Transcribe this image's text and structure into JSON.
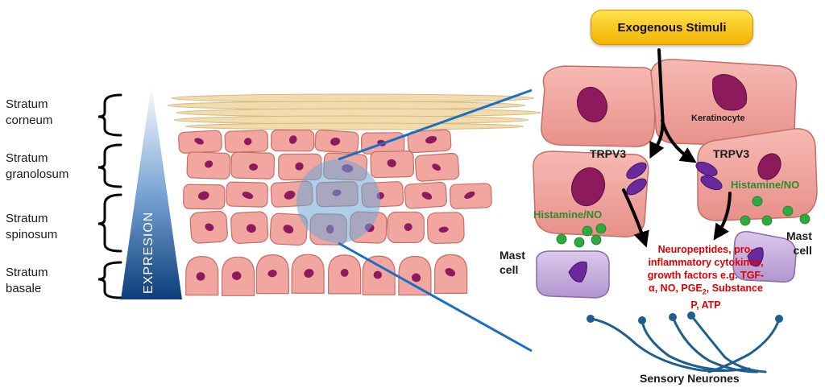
{
  "layers": {
    "corneum": [
      "Stratum",
      "corneum"
    ],
    "granolosum": [
      "Stratum",
      "granolosum"
    ],
    "spinosum": [
      "Stratum",
      "spinosum"
    ],
    "basale": [
      "Stratum",
      "basale"
    ]
  },
  "expression_label": "EXPRESION",
  "stimulus_label": "Exogenous Stimuli",
  "keratinocyte_label": "Keratinocyte",
  "trpv3_label": "TRPV3",
  "mediator_label": "Histamine/NO",
  "mast_cell_label": [
    "Mast",
    "cell"
  ],
  "mediators_released": {
    "line1": "Neuropeptides, pro-",
    "line2": "inflammatory cytokines,",
    "line3": "growth factors e.g. TGF-",
    "line4_pre": "α, NO, PGE",
    "line4_sub": "2",
    "line4_post": ", Substance",
    "line5": "P, ATP"
  },
  "neurone_label": "Sensory Neurones",
  "colors": {
    "cell_fill": "#f2a6a0",
    "cell_stroke": "#c66e68",
    "nucleus": "#8e1a5e",
    "trpv3_channel": "#6a2a9e",
    "mast_cell": "#c8b0dc",
    "granule": "#2eaa3e",
    "zoom_line": "#1a6fc4",
    "neurone": "#1f5f8f",
    "stimulus": "#f7c41a",
    "mediator_text": "#e00000",
    "histamine_text": "#2e8b2e"
  },
  "icons": [
    "bracket",
    "gradient-triangle",
    "zoom-circle",
    "arrow"
  ]
}
